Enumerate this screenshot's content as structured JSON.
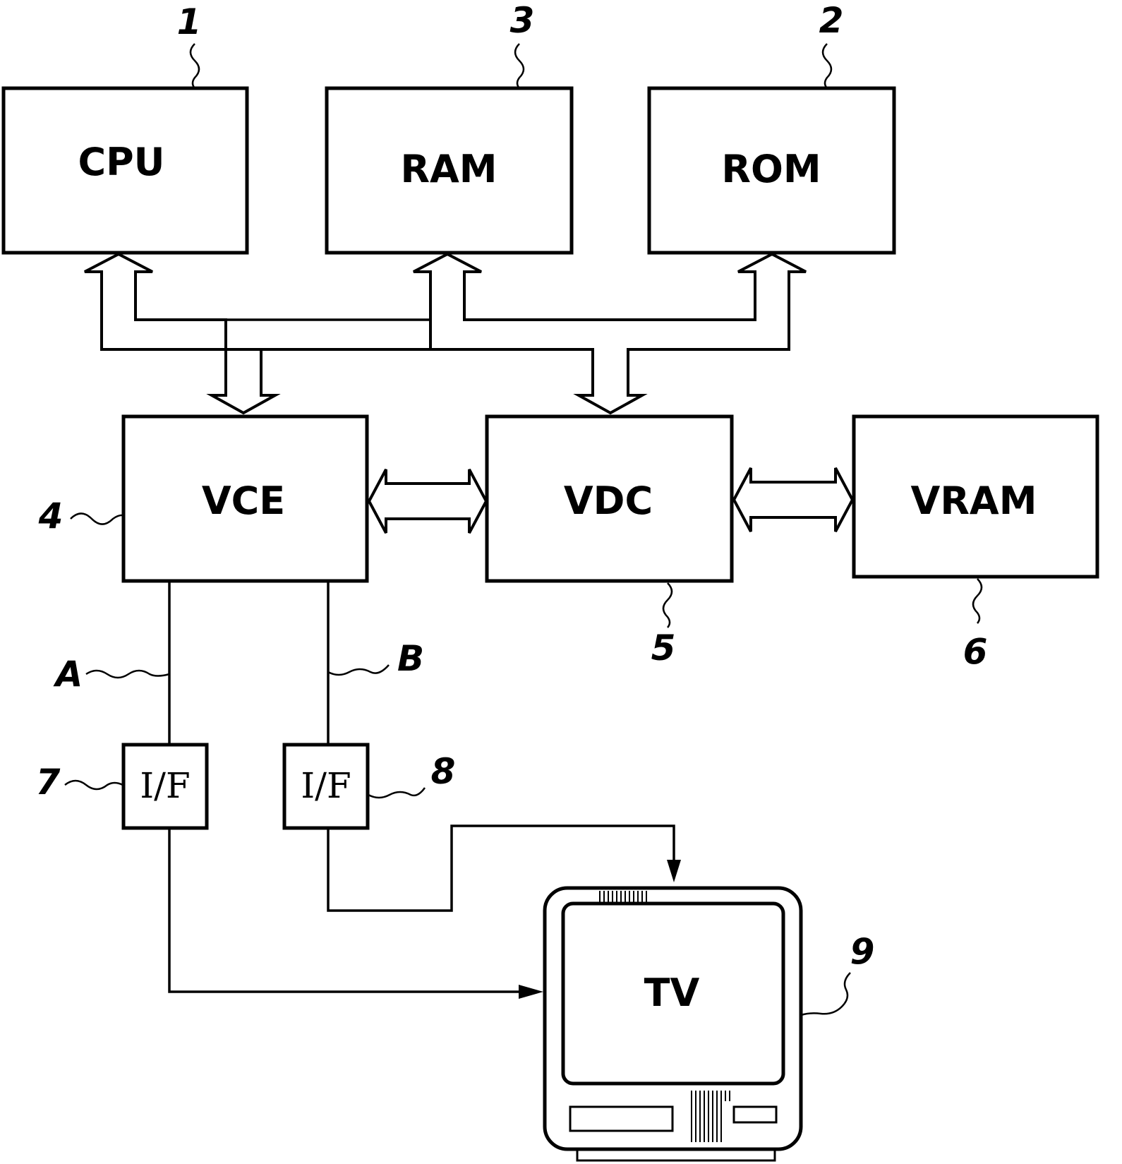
{
  "blocks": {
    "cpu": {
      "label": "CPU",
      "ref": "1"
    },
    "ram": {
      "label": "RAM",
      "ref": "3"
    },
    "rom": {
      "label": "ROM",
      "ref": "2"
    },
    "vce": {
      "label": "VCE",
      "ref": "4"
    },
    "vdc": {
      "label": "VDC",
      "ref": "5"
    },
    "vram": {
      "label": "VRAM",
      "ref": "6"
    },
    "if1": {
      "label": "I/F",
      "ref": "7"
    },
    "if2": {
      "label": "I/F",
      "ref": "8"
    },
    "tv": {
      "label": "TV",
      "ref": "9"
    }
  },
  "signals": {
    "a": "A",
    "b": "B"
  }
}
